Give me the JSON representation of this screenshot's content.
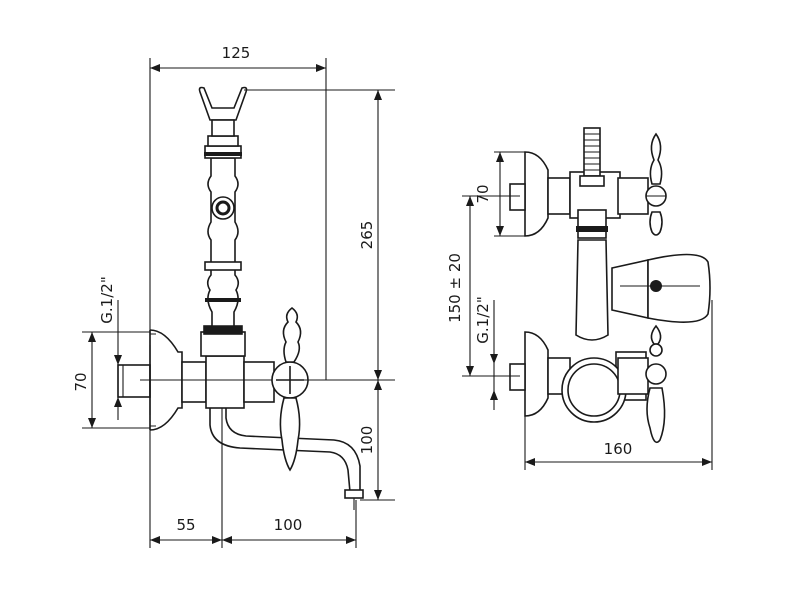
{
  "dimensions": {
    "side": {
      "width_top": "125",
      "height": "265",
      "thread": "G.1/2\"",
      "wall_height": "70",
      "spout_drop": "100",
      "offset_left": "55",
      "spout_reach": "100"
    },
    "front": {
      "inlet_height": "70",
      "centers": "150 ± 20",
      "thread": "G.1/2\"",
      "width": "160"
    }
  }
}
